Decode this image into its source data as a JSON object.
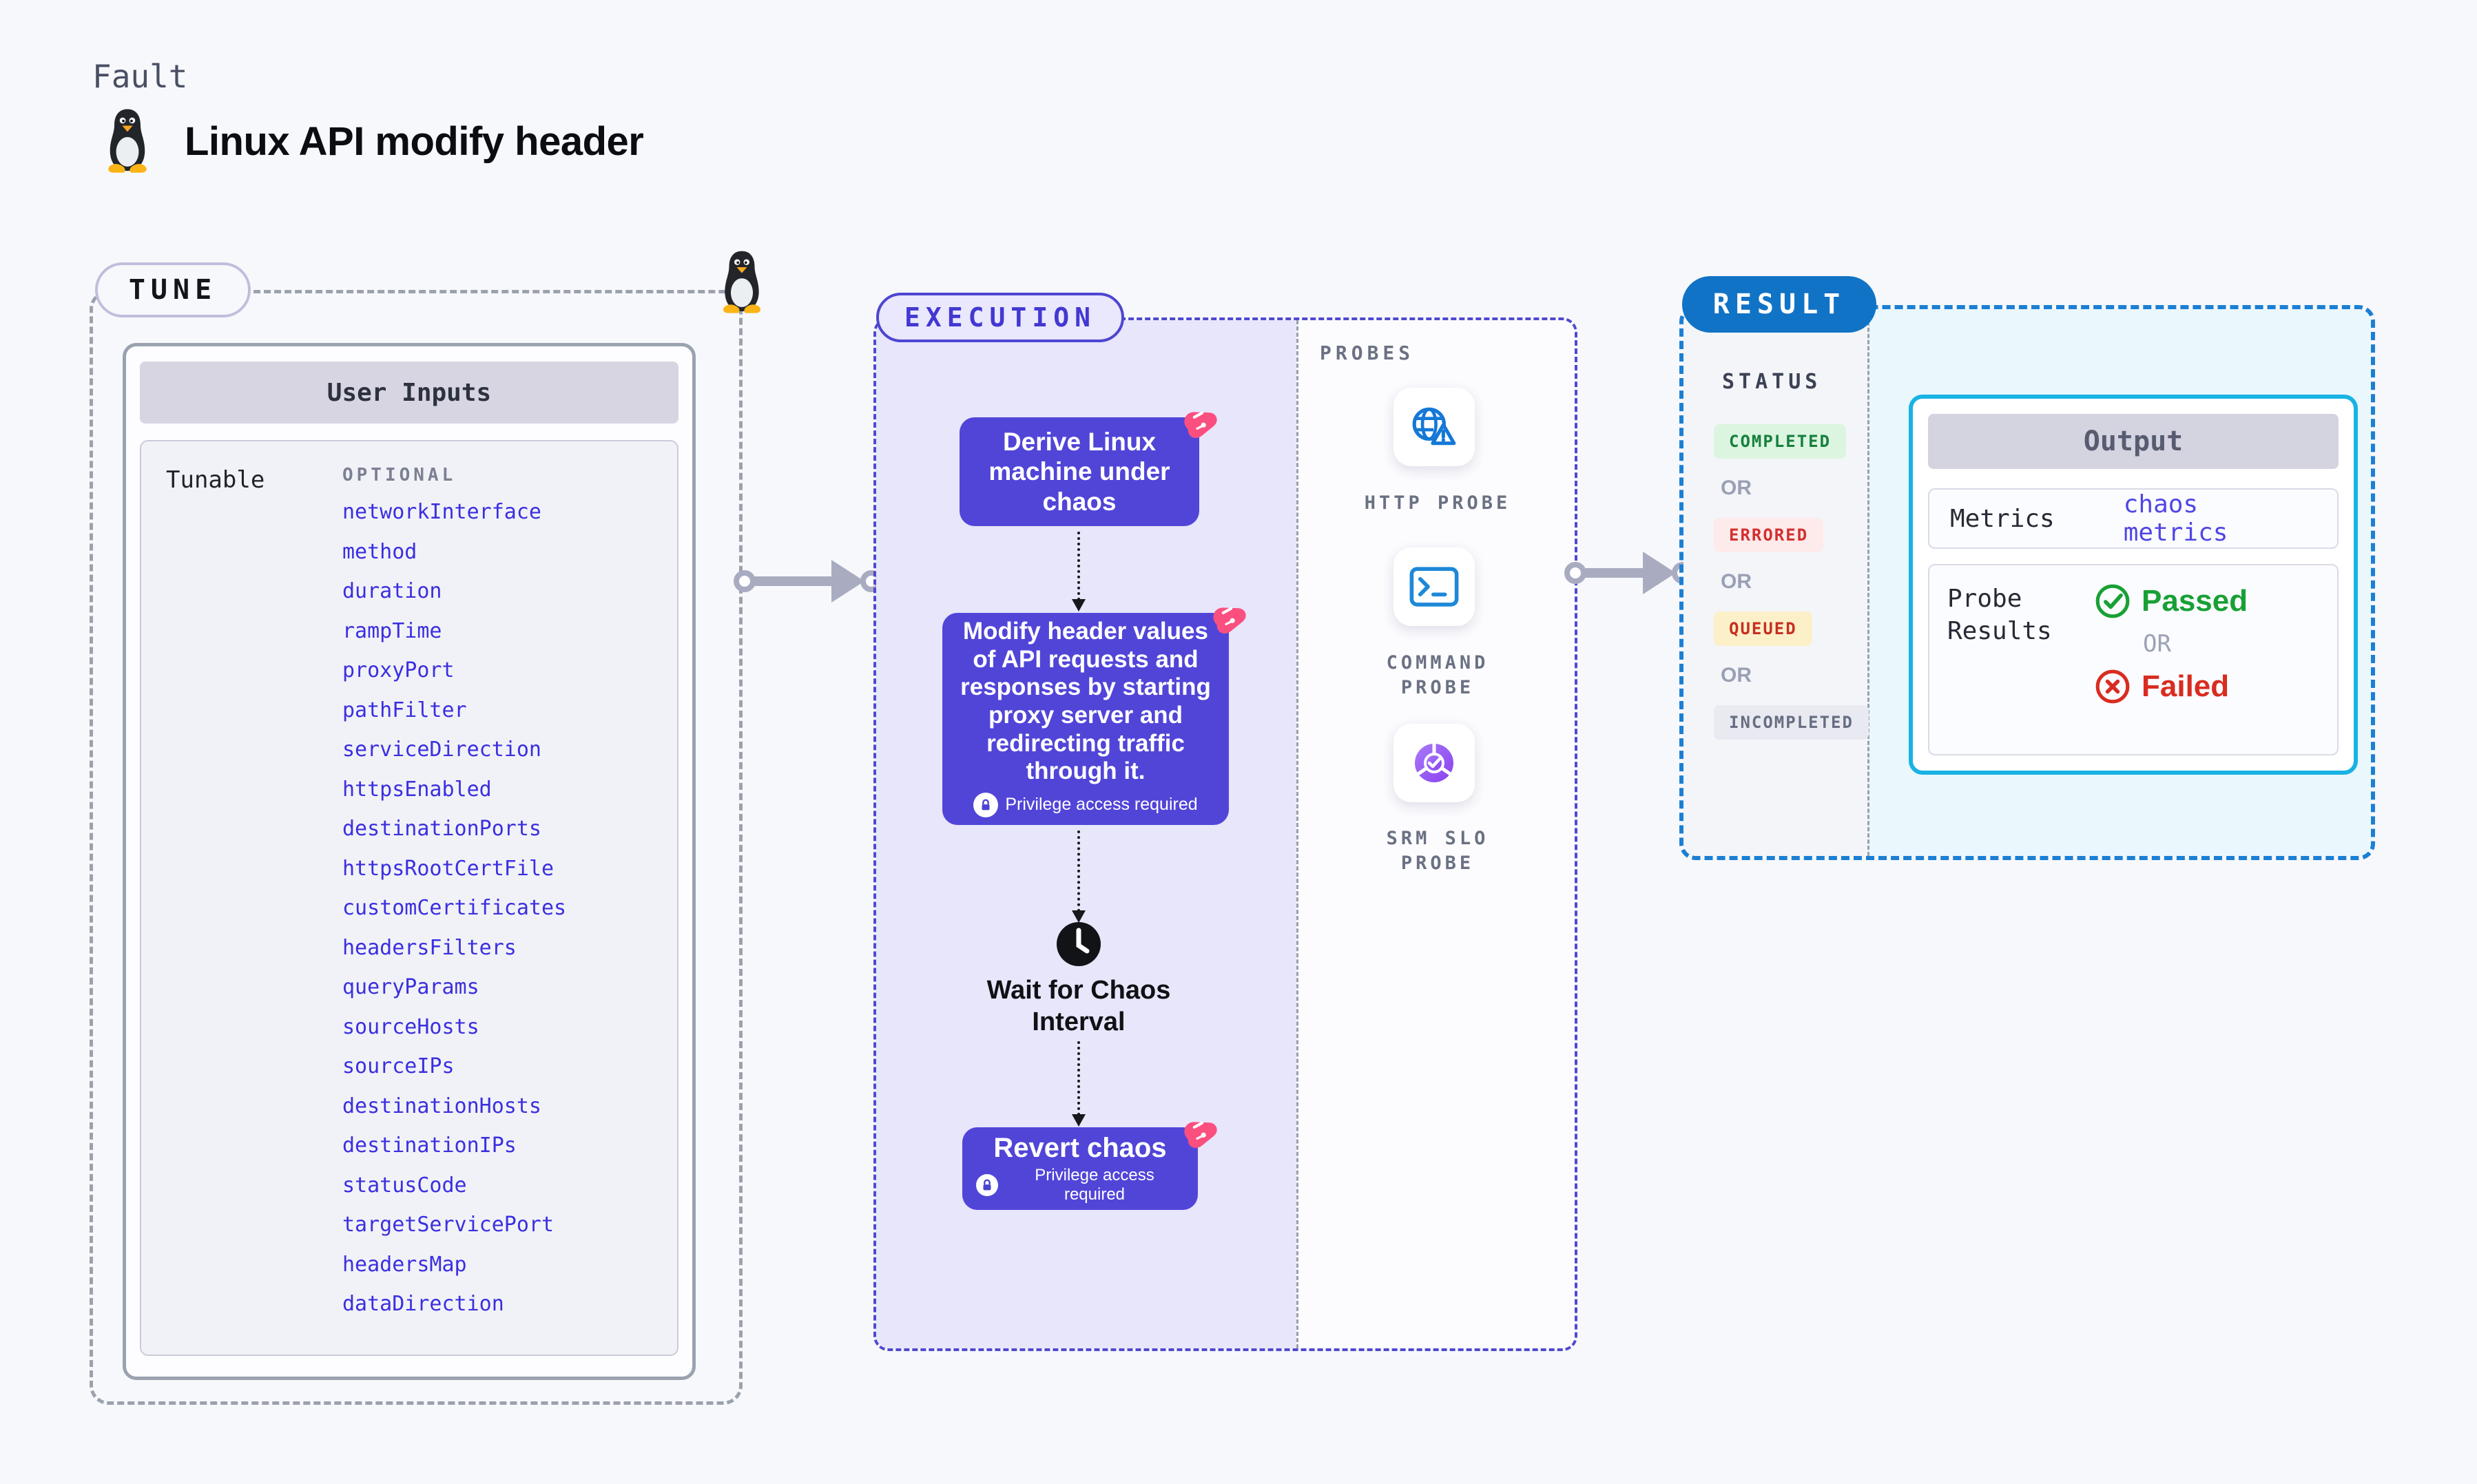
{
  "page": {
    "fault_label": "Fault",
    "title": "Linux API modify header",
    "background_color": "#f7f8fb"
  },
  "tune": {
    "badge": "TUNE",
    "card_title": "User Inputs",
    "row_label": "Tunable",
    "column_label": "OPTIONAL",
    "params": [
      "networkInterface",
      "method",
      "duration",
      "rampTime",
      "proxyPort",
      "pathFilter",
      "serviceDirection",
      "httpsEnabled",
      "destinationPorts",
      "httpsRootCertFile",
      "customCertificates",
      "headersFilters",
      "queryParams",
      "sourceHosts",
      "sourceIPs",
      "destinationHosts",
      "destinationIPs",
      "statusCode",
      "targetServicePort",
      "headersMap",
      "dataDirection"
    ],
    "param_color": "#3b2fe0"
  },
  "execution": {
    "badge": "EXECUTION",
    "accent_color": "#5145d8",
    "step_derive": "Derive Linux machine under chaos",
    "step_modify": "Modify header values of API requests and responses by starting proxy server and redirecting traffic through it.",
    "privilege_note": "Privilege access required",
    "step_wait": "Wait for Chaos Interval",
    "step_revert": "Revert chaos"
  },
  "probes": {
    "label": "PROBES",
    "items": [
      {
        "name": "HTTP PROBE",
        "icon": "globe-warning-icon"
      },
      {
        "name": "COMMAND PROBE",
        "icon": "terminal-icon"
      },
      {
        "name": "SRM SLO PROBE",
        "icon": "slo-pie-check-icon"
      }
    ]
  },
  "result": {
    "badge": "RESULT",
    "badge_color": "#1173c5",
    "status_label": "STATUS",
    "or_label": "OR",
    "statuses": [
      {
        "label": "COMPLETED",
        "fg": "#15803d",
        "bg": "#dcf5e0"
      },
      {
        "label": "ERRORED",
        "fg": "#d32f2f",
        "bg": "#fdeaea"
      },
      {
        "label": "QUEUED",
        "fg": "#c62f21",
        "bg": "#fcf0c9"
      },
      {
        "label": "INCOMPLETED",
        "fg": "#676d82",
        "bg": "#e9eaf1"
      }
    ],
    "output": {
      "title": "Output",
      "metrics_label": "Metrics",
      "metrics_value": "chaos metrics",
      "probe_results_label": "Probe Results",
      "passed_label": "Passed",
      "failed_label": "Failed",
      "passed_color": "#18a035",
      "failed_color": "#d92c20",
      "border_color": "#18b3e3"
    }
  }
}
